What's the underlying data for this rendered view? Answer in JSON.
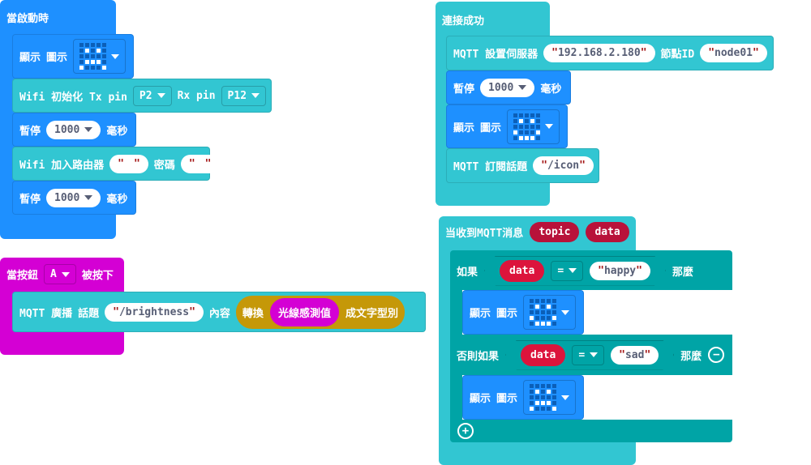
{
  "on_start": {
    "title": "當啟動時",
    "show_icon": {
      "label1": "顯示",
      "label2": "圖示",
      "icon": "icon-a"
    },
    "wifi_init": {
      "label": "Wifi 初始化 Tx pin",
      "tx": "P2",
      "rx_label": "Rx pin",
      "rx": "P12"
    },
    "pause1": {
      "label": "暫停",
      "value": "1000",
      "unit": "毫秒"
    },
    "wifi_join": {
      "label": "Wifi 加入路由器",
      "ssid": "",
      "pwd_label": "密碼",
      "pwd": ""
    },
    "pause2": {
      "label": "暫停",
      "value": "1000",
      "unit": "毫秒"
    }
  },
  "on_button": {
    "title": "當按鈕",
    "button": "A",
    "suffix": "被按下",
    "broadcast": {
      "label1": "MQTT 廣播",
      "label2": "話題",
      "topic": "/brightness",
      "content_label": "內容",
      "convert": "轉換",
      "sensor": "光線感測值",
      "convert_suffix": "成文字型別"
    }
  },
  "on_connected": {
    "title": "連接成功",
    "server": {
      "label1": "MQTT 設置伺服器",
      "host": "192.168.2.180",
      "node_label": "節點ID",
      "node": "node01"
    },
    "pause": {
      "label": "暫停",
      "value": "1000",
      "unit": "毫秒"
    },
    "show_icon": {
      "label1": "顯示",
      "label2": "圖示"
    },
    "subscribe": {
      "label": "MQTT 訂閱話題",
      "topic": "/icon"
    }
  },
  "on_message": {
    "title": "当收到MQTT消息",
    "param1": "topic",
    "param2": "data",
    "if": {
      "label": "如果",
      "var": "data",
      "op": "=",
      "value": "happy",
      "then": "那麼"
    },
    "show1": {
      "label1": "顯示",
      "label2": "圖示"
    },
    "elseif": {
      "label": "否則如果",
      "var": "data",
      "op": "=",
      "value": "sad",
      "then": "那麼"
    },
    "show2": {
      "label1": "顯示",
      "label2": "圖示"
    }
  },
  "icons": {
    "sad": [
      [
        0,
        0,
        0,
        0,
        0
      ],
      [
        0,
        1,
        0,
        1,
        0
      ],
      [
        0,
        0,
        0,
        0,
        0
      ],
      [
        0,
        1,
        1,
        1,
        0
      ],
      [
        1,
        0,
        0,
        0,
        1
      ]
    ],
    "happy": [
      [
        0,
        0,
        0,
        0,
        0
      ],
      [
        0,
        1,
        0,
        1,
        0
      ],
      [
        0,
        0,
        0,
        0,
        0
      ],
      [
        1,
        0,
        0,
        0,
        1
      ],
      [
        0,
        1,
        1,
        1,
        0
      ]
    ]
  },
  "colors": {
    "event": "#1e90ff",
    "wifi": "#32c6d2",
    "logic": "#00a4a6",
    "variable": "#dc143c",
    "input": "#d400d4",
    "text": "#c59808"
  }
}
